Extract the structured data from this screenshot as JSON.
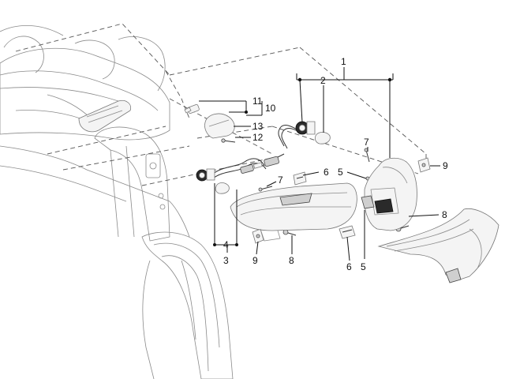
{
  "callouts": {
    "c1": "1",
    "c2": "2",
    "c3": "3",
    "c4": "4",
    "c5a": "5",
    "c5b": "5",
    "c6a": "6",
    "c6b": "6",
    "c7a": "7",
    "c7b": "7",
    "c8a": "8",
    "c8b": "8",
    "c9a": "9",
    "c9b": "9",
    "c10": "10",
    "c11": "11",
    "c12": "12",
    "c13": "13"
  }
}
